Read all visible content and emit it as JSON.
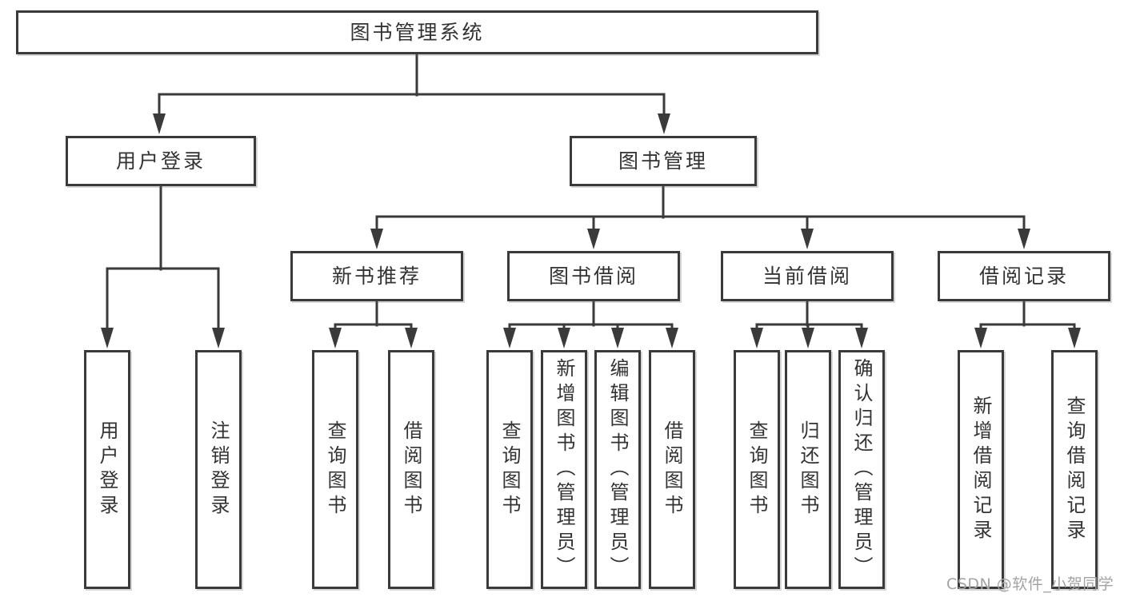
{
  "tree": {
    "label": "图书管理系统",
    "children": [
      {
        "label": "用户登录",
        "children": [
          {
            "label": "用户登录"
          },
          {
            "label": "注销登录"
          }
        ]
      },
      {
        "label": "图书管理",
        "children": [
          {
            "label": "新书推荐",
            "children": [
              {
                "label": "查询图书"
              },
              {
                "label": "借阅图书"
              }
            ]
          },
          {
            "label": "图书借阅",
            "children": [
              {
                "label": "查询图书"
              },
              {
                "label": "新增图书（管理员）"
              },
              {
                "label": "编辑图书（管理员）"
              },
              {
                "label": "借阅图书"
              }
            ]
          },
          {
            "label": "当前借阅",
            "children": [
              {
                "label": "查询图书"
              },
              {
                "label": "归还图书"
              },
              {
                "label": "确认归还（管理员）"
              }
            ]
          },
          {
            "label": "借阅记录",
            "children": [
              {
                "label": "新增借阅记录"
              },
              {
                "label": "查询借阅记录"
              }
            ]
          }
        ]
      }
    ]
  },
  "watermark": "CSDN @软件_小贺同学",
  "colors": {
    "line": "#3a3a3a",
    "border": "#3a3a3a",
    "text": "#333333",
    "watermark": "#a3a3a3",
    "background": "#ffffff"
  }
}
